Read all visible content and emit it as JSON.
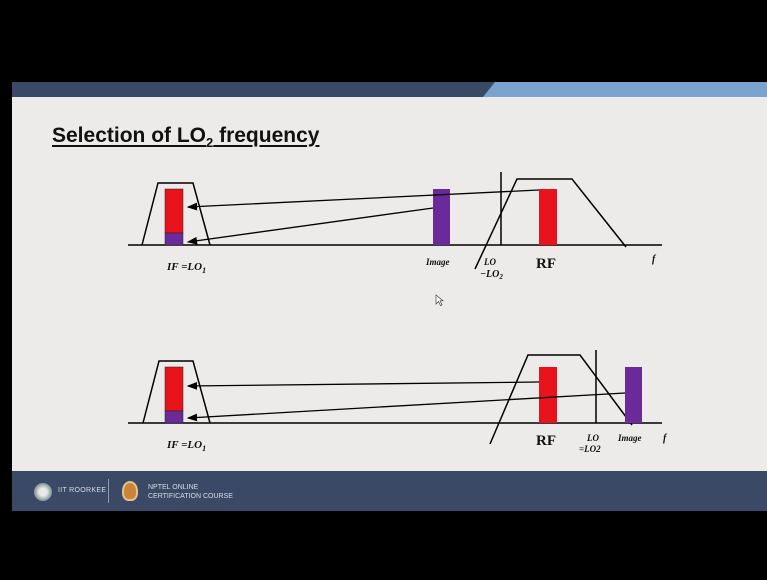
{
  "slide": {
    "title_main": "Selection of LO",
    "title_sub": "2",
    "title_tail": " frequency"
  },
  "diagram_top": {
    "if_label": "IF =LO",
    "if_sub": "1",
    "image_label": "Image",
    "lo_label_line1": "LO",
    "lo_label_line2": "−LO",
    "lo_label_sub": "2",
    "rf_label": "RF",
    "freq_label": "f"
  },
  "diagram_bottom": {
    "if_label": "IF =LO",
    "if_sub": "1",
    "rf_label": "RF",
    "lo_label_line1": "LO",
    "lo_label_line2": "=LO2",
    "image_label": "Image",
    "freq_label": "f"
  },
  "footer": {
    "institute": "IIT ROORKEE",
    "course_line1": "NPTEL ONLINE",
    "course_line2": "CERTIFICATION COURSE"
  },
  "colors": {
    "signal": "#e8131b",
    "image": "#6a2a9a",
    "band": "#3a4a66",
    "accent": "#7aa3cf"
  }
}
